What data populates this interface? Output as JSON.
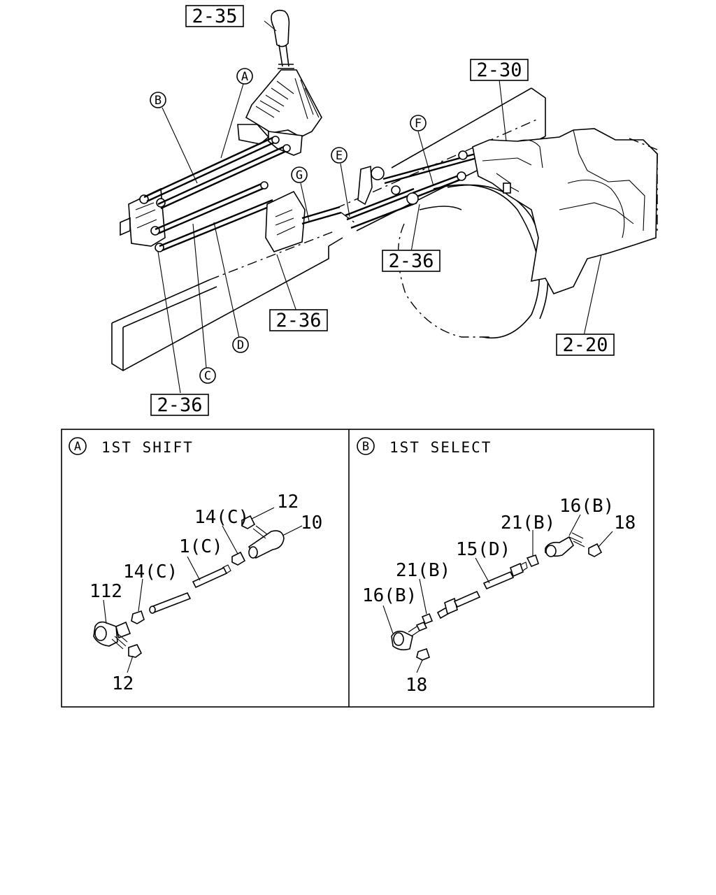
{
  "main_diagram": {
    "ref_2_35": "2-35",
    "ref_2_30": "2-30",
    "ref_2_36_center": "2-36",
    "ref_2_36_right": "2-36",
    "ref_2_36_bottom": "2-36",
    "ref_2_20": "2-20",
    "callout_a": "A",
    "callout_b": "B",
    "callout_c": "C",
    "callout_d": "D",
    "callout_e": "E",
    "callout_f": "F",
    "callout_g": "G"
  },
  "detail_a": {
    "marker": "A",
    "title": "1ST SHIFT",
    "labels": {
      "p12_top": "12",
      "p10": "10",
      "p14c_top": "14(C)",
      "p1c": "1(C)",
      "p14c_left": "14(C)",
      "p112": "112",
      "p12_bottom": "12"
    }
  },
  "detail_b": {
    "marker": "B",
    "title": "1ST SELECT",
    "labels": {
      "p16b_top": "16(B)",
      "p21b_top": "21(B)",
      "p18_top": "18",
      "p15d": "15(D)",
      "p21b_mid": "21(B)",
      "p16b_left": "16(B)",
      "p18_bottom": "18"
    }
  }
}
